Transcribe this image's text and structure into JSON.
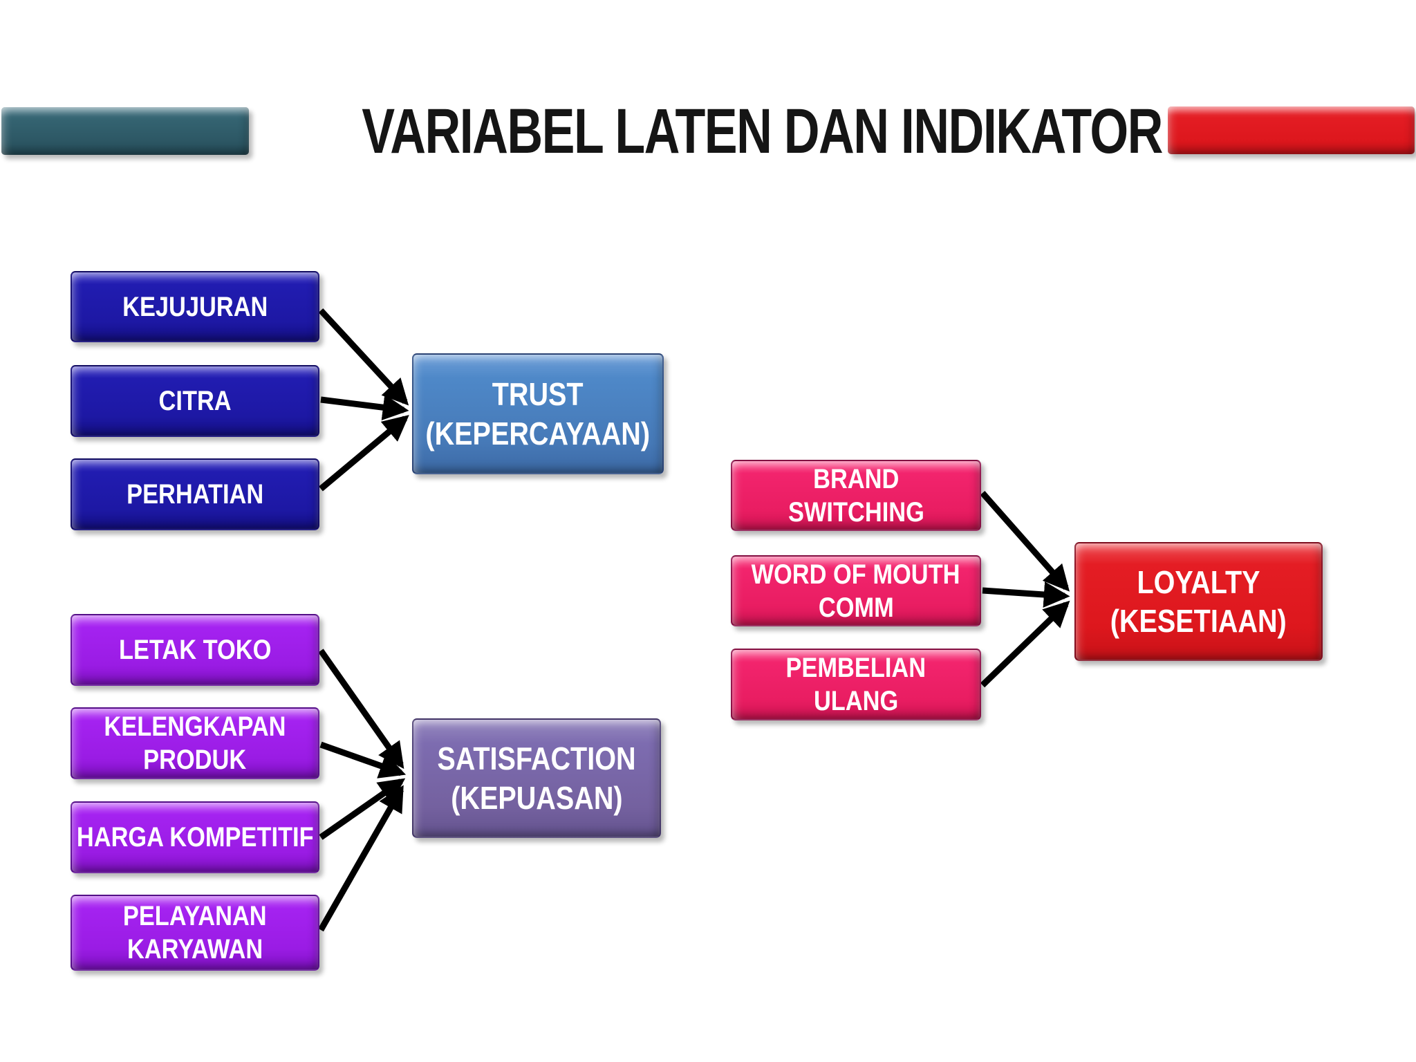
{
  "title": {
    "text": "VARIABEL LATEN DAN INDIKATOR",
    "color": "#151515",
    "left_bar_color": "#2F5D6B",
    "right_bar_color": "#E31B22"
  },
  "diagram": {
    "arrow_color": "#000000",
    "trust_group": {
      "indicator_color": "#201CAD",
      "latent_color": "#4C86C6",
      "indicators": [
        {
          "lines": [
            "KEJUJURAN"
          ]
        },
        {
          "lines": [
            "CITRA"
          ]
        },
        {
          "lines": [
            "PERHATIAN"
          ]
        }
      ],
      "latent": {
        "lines": [
          "TRUST",
          "(KEPERCAYAAN)"
        ]
      }
    },
    "satisfaction_group": {
      "indicator_color": "#A21EF0",
      "latent_color": "#7C6BAE",
      "indicators": [
        {
          "lines": [
            "LETAK TOKO"
          ]
        },
        {
          "lines": [
            "KELENGKAPAN",
            "PRODUK"
          ]
        },
        {
          "lines": [
            "HARGA KOMPETITIF"
          ]
        },
        {
          "lines": [
            "PELAYANAN",
            "KARYAWAN"
          ]
        }
      ],
      "latent": {
        "lines": [
          "SATISFACTION",
          "(KEPUASAN)"
        ]
      }
    },
    "loyalty_group": {
      "indicator_color": "#F22069",
      "latent_color": "#E31B22",
      "indicators": [
        {
          "lines": [
            "BRAND",
            "SWITCHING"
          ]
        },
        {
          "lines": [
            "WORD OF MOUTH",
            "COMM"
          ]
        },
        {
          "lines": [
            "PEMBELIAN",
            "ULANG"
          ]
        }
      ],
      "latent": {
        "lines": [
          "LOYALTY",
          "(KESETIAAN)"
        ]
      }
    }
  }
}
